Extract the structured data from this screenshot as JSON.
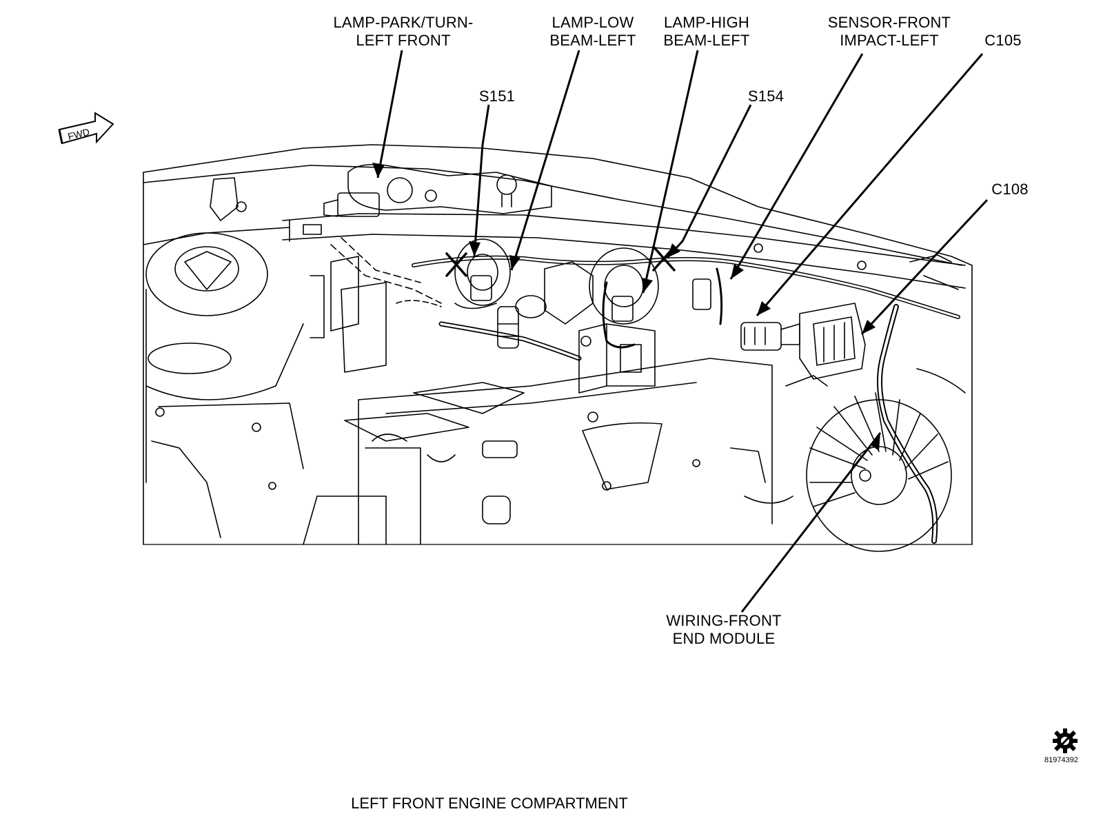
{
  "labels": {
    "lamp_park": [
      "LAMP-PARK/TURN-",
      "LEFT FRONT"
    ],
    "lamp_low": [
      "LAMP-LOW",
      "BEAM-LEFT"
    ],
    "lamp_high": [
      "LAMP-HIGH",
      "BEAM-LEFT"
    ],
    "sensor": [
      "SENSOR-FRONT",
      "IMPACT-LEFT"
    ],
    "c105": "C105",
    "s151": "S151",
    "s154": "S154",
    "c108": "C108",
    "wiring": [
      "WIRING-FRONT",
      "END MODULE"
    ]
  },
  "fwd_text": "FWD",
  "caption": "LEFT FRONT ENGINE COMPARTMENT",
  "figure_id": "81974392",
  "icons": {
    "direction": "fwd-arrow-icon",
    "service": "gear-icon"
  }
}
